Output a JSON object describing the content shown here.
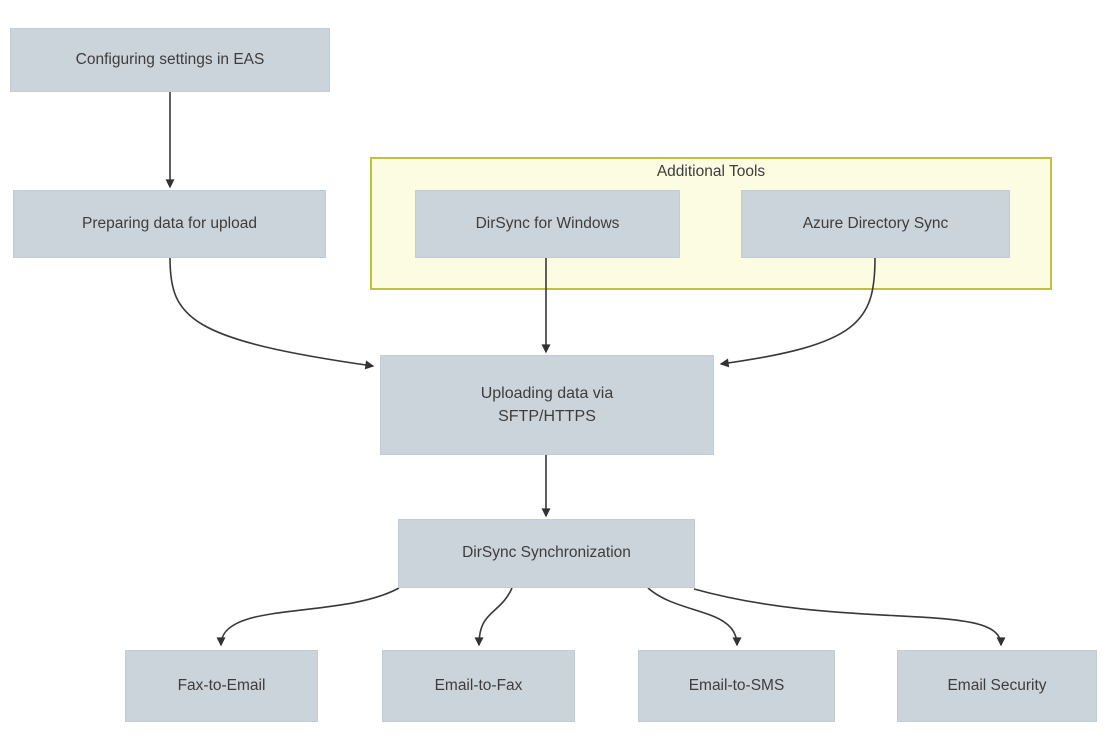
{
  "diagram": {
    "group": {
      "label": "Additional Tools"
    },
    "nodes": {
      "configuring": {
        "label": "Configuring settings in EAS"
      },
      "preparing": {
        "label": "Preparing data for upload"
      },
      "dirsync_windows": {
        "label": "DirSync for Windows"
      },
      "azure_directory_sync": {
        "label": "Azure Directory Sync"
      },
      "uploading": {
        "line1": "Uploading data via",
        "line2": "SFTP/HTTPS"
      },
      "dirsync_synchronization": {
        "label": "DirSync Synchronization"
      },
      "fax_to_email": {
        "label": "Fax-to-Email"
      },
      "email_to_fax": {
        "label": "Email-to-Fax"
      },
      "email_to_sms": {
        "label": "Email-to-SMS"
      },
      "email_security": {
        "label": "Email Security"
      }
    },
    "edges": [
      {
        "from": "configuring",
        "to": "preparing"
      },
      {
        "from": "preparing",
        "to": "uploading"
      },
      {
        "from": "dirsync_windows",
        "to": "uploading"
      },
      {
        "from": "azure_directory_sync",
        "to": "uploading"
      },
      {
        "from": "uploading",
        "to": "dirsync_synchronization"
      },
      {
        "from": "dirsync_synchronization",
        "to": "fax_to_email"
      },
      {
        "from": "dirsync_synchronization",
        "to": "email_to_fax"
      },
      {
        "from": "dirsync_synchronization",
        "to": "email_to_sms"
      },
      {
        "from": "dirsync_synchronization",
        "to": "email_security"
      }
    ],
    "colors": {
      "node_fill": "#ccd4db",
      "group_fill": "#fcfce3",
      "group_border": "#c1c13a",
      "arrow": "#383838",
      "text": "#3d3d3d"
    }
  }
}
